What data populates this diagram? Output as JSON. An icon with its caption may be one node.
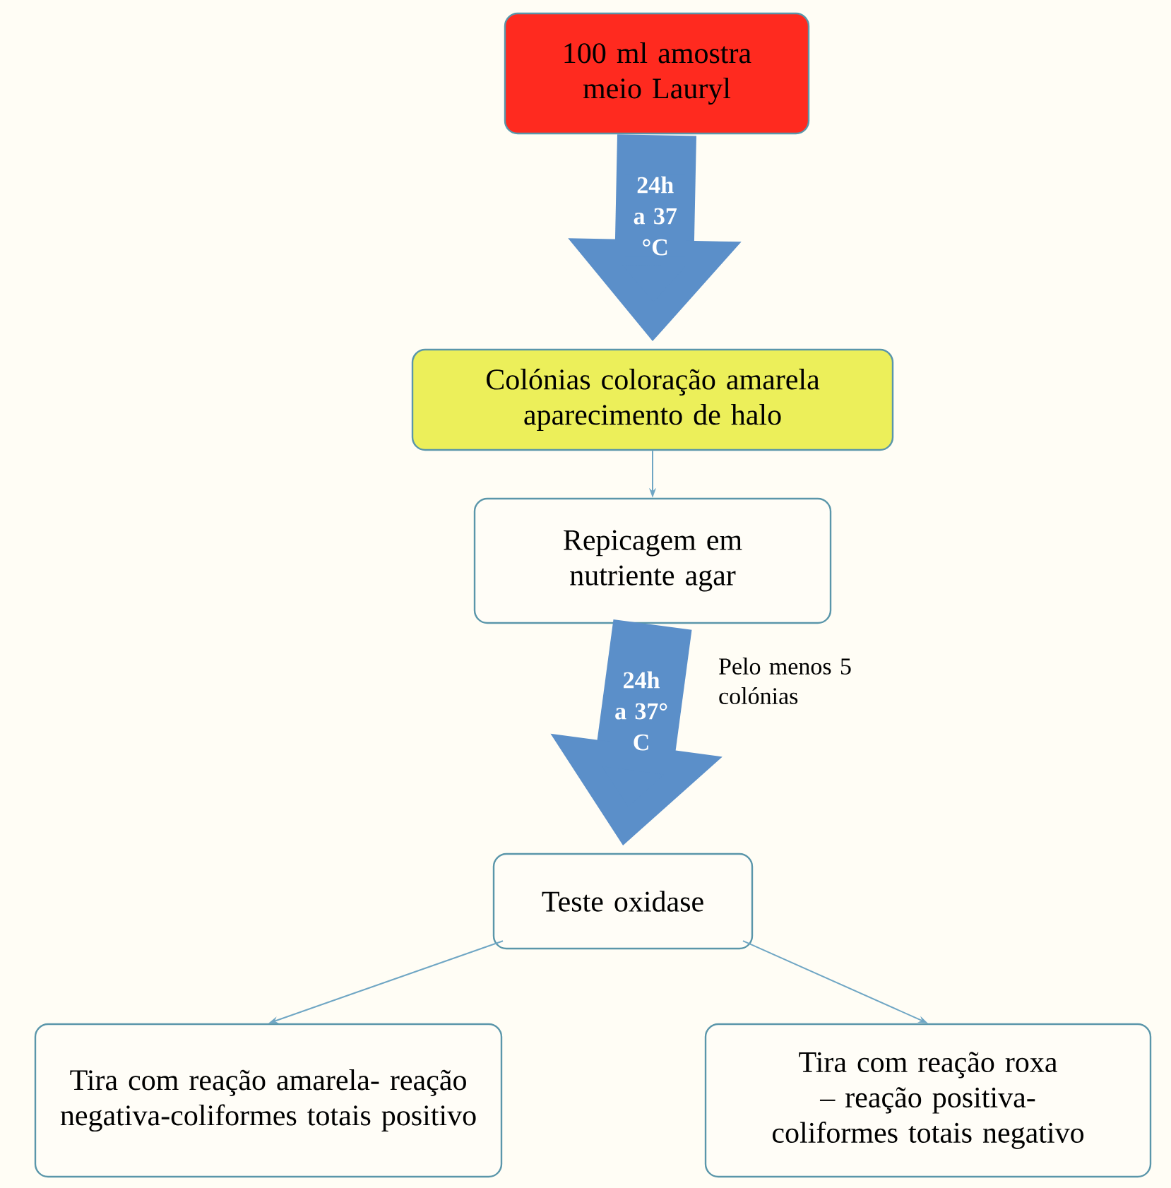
{
  "diagram": {
    "nodes": [
      {
        "text": [
          "100 ml amostra meio Lauryl"
        ]
      },
      {
        "text": [
          "Colónias coloração amarela aparecimento de halo"
        ]
      },
      {
        "text": [
          "Repicagem em nutriente agar"
        ]
      },
      {
        "text": [
          "Teste oxidase"
        ]
      },
      {
        "text": [
          "Tira com reação amarela- reação negativa-coliformes totais positivo"
        ]
      },
      {
        "text": [
          "Tira com reação roxa – reação positiva- coliformes totais negativo"
        ]
      }
    ],
    "edges": [
      {
        "from": 0,
        "to": 1,
        "arrow": "to",
        "label": "24h a 37 °C",
        "style": "thick",
        "color": "#5b8fc9"
      },
      {
        "from": 1,
        "to": 2,
        "arrow": "to"
      },
      {
        "from": 2,
        "to": 3,
        "arrow": "to",
        "label": "24h a 37° C",
        "style": "thick",
        "color": "#5b8fc9"
      },
      {
        "from": 3,
        "to": 4,
        "arrow": "to"
      },
      {
        "from": 3,
        "to": 5,
        "arrow": "to"
      }
    ],
    "labels": [
      "Pelo menos 5 colónias"
    ]
  }
}
